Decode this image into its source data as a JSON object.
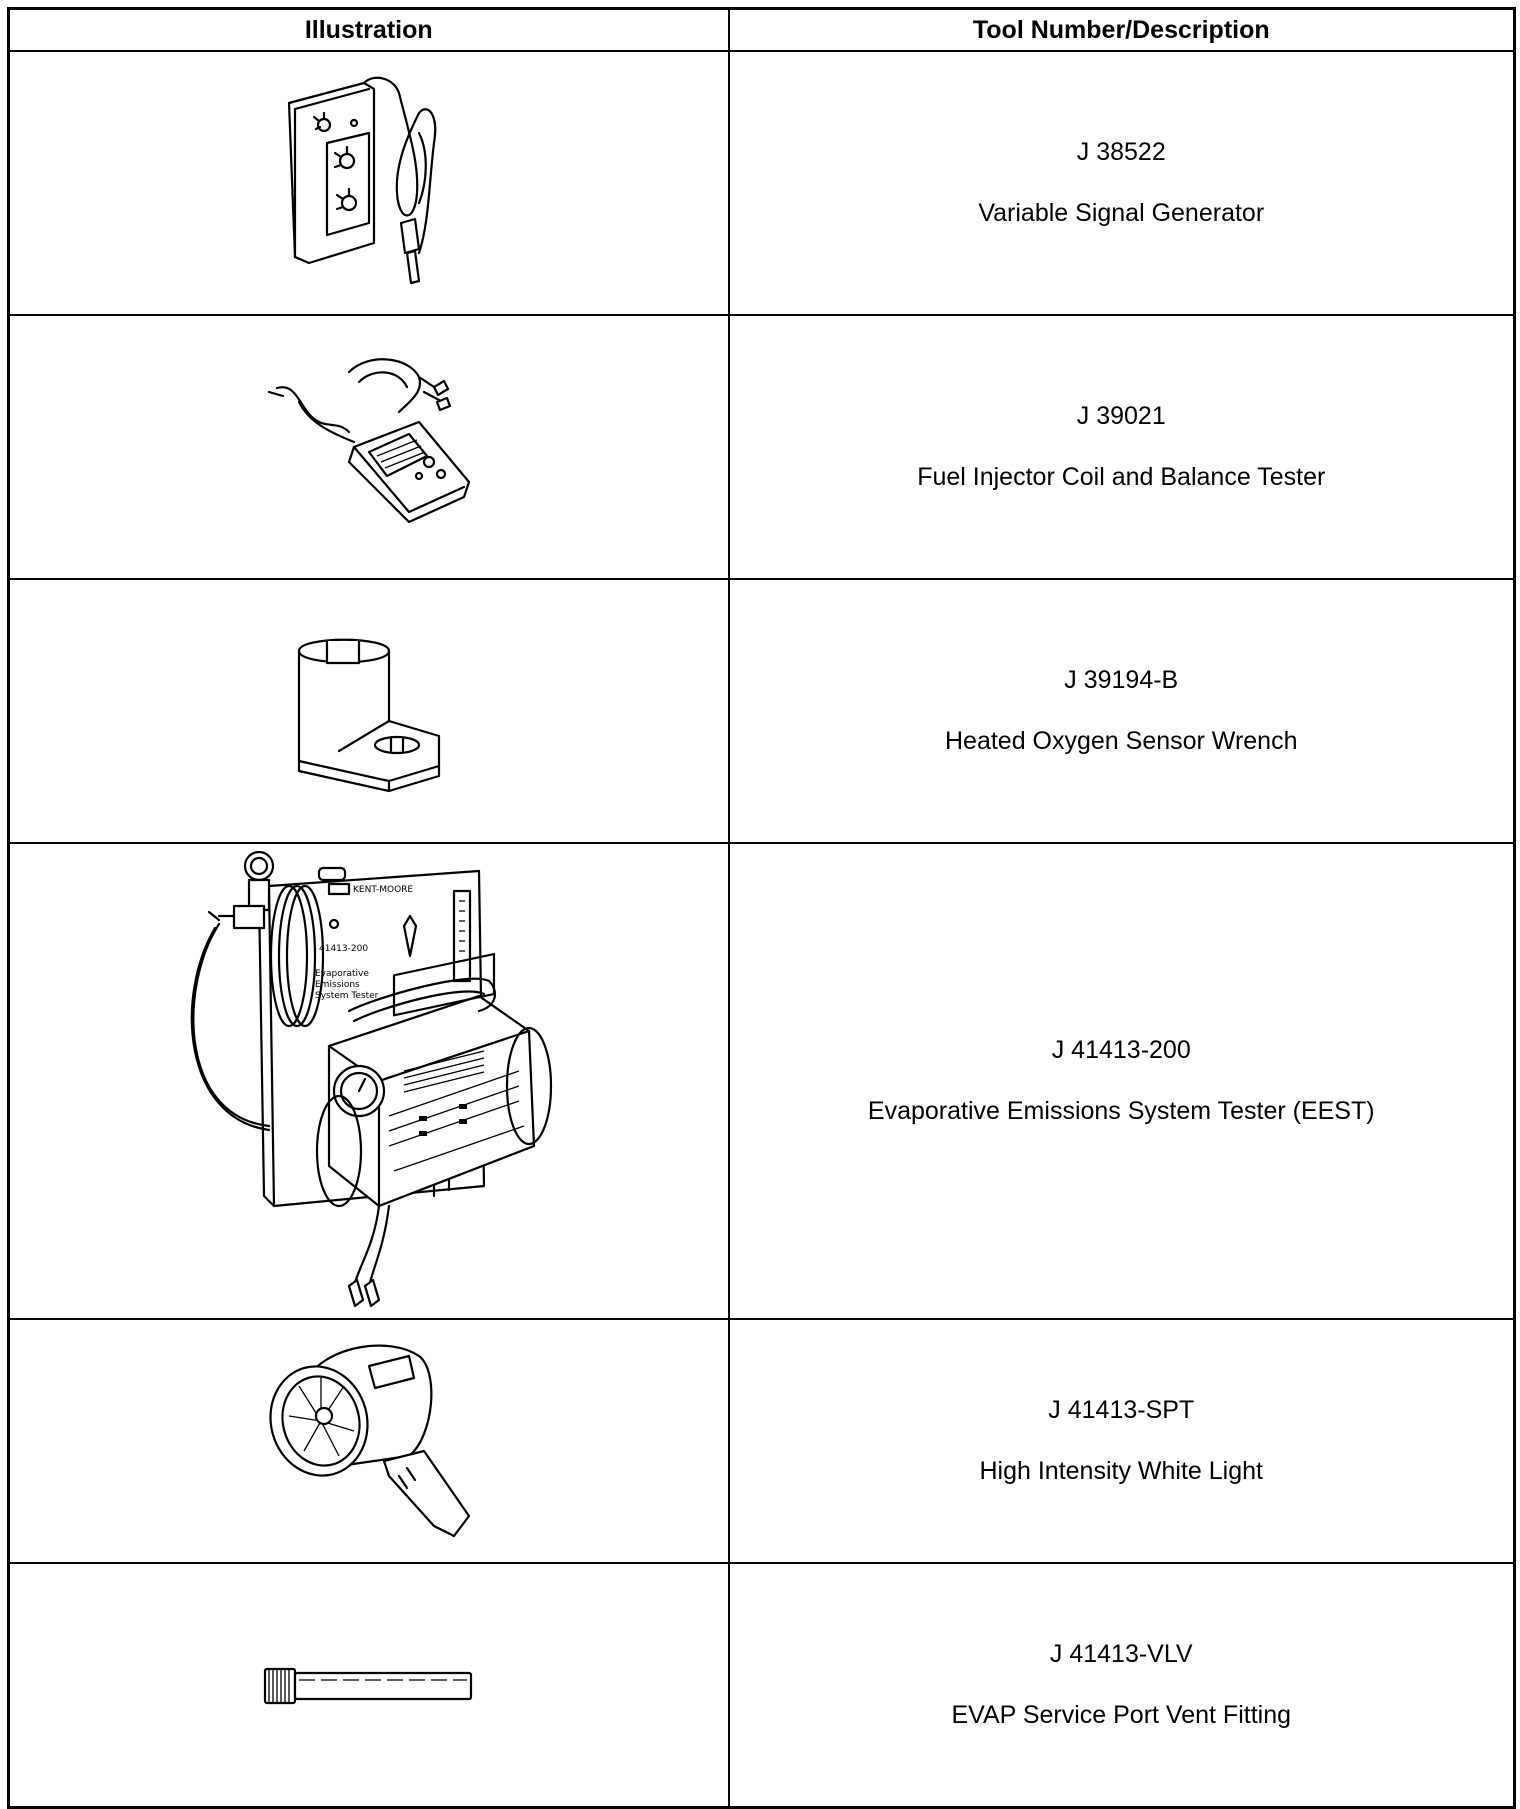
{
  "table": {
    "header": {
      "illustration": "Illustration",
      "tool": "Tool Number/Description"
    },
    "rows": [
      {
        "number": "J 38522",
        "name": "Variable Signal Generator",
        "icon": "variable-signal-generator-illustration"
      },
      {
        "number": "J 39021",
        "name": "Fuel Injector Coil and Balance Tester",
        "icon": "fuel-injector-tester-illustration"
      },
      {
        "number": "J 39194-B",
        "name": "Heated Oxygen Sensor Wrench",
        "icon": "oxygen-sensor-wrench-illustration"
      },
      {
        "number": "J 41413-200",
        "name": "Evaporative Emissions System Tester (EEST)",
        "icon": "eest-illustration"
      },
      {
        "number": "J 41413-SPT",
        "name": "High Intensity White Light",
        "icon": "white-light-illustration"
      },
      {
        "number": "J 41413-VLV",
        "name": "EVAP Service Port Vent Fitting",
        "icon": "vent-fitting-illustration"
      }
    ]
  },
  "eest_labels": {
    "brand": "KENT-MOORE",
    "model": "41413-200",
    "title_lines": [
      "Evaporative",
      "Emissions",
      "System Tester"
    ]
  }
}
